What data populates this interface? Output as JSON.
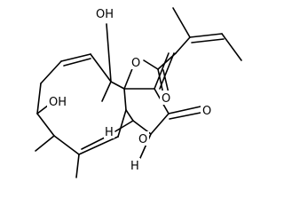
{
  "molecule": {
    "atom_labels": {
      "oh_top": "OH",
      "oh_left": "OH",
      "ester_o": "O",
      "carbonyl_o_ester": "O",
      "ring_o": "O",
      "carbonyl_o_lactone": "O",
      "h_top": "H",
      "h_bottom": "H"
    }
  }
}
